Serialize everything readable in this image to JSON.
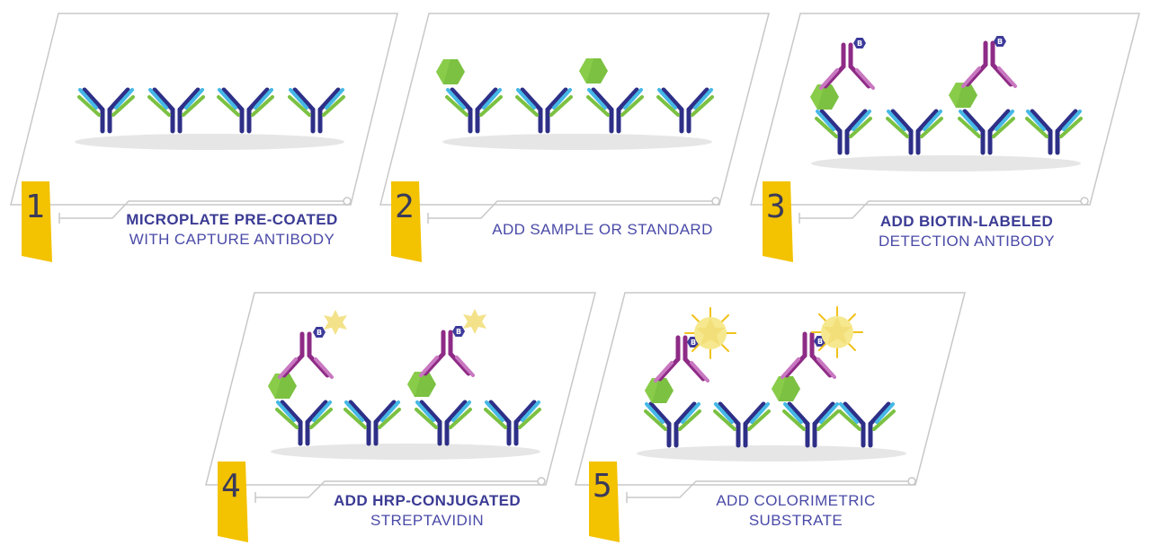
{
  "colors": {
    "capture_antibody": "#2e2f87",
    "capture_arm_blue": "#45b8e6",
    "capture_arm_green": "#7cc142",
    "detection_antibody": "#8e2b86",
    "detection_arm_light": "#c877c0",
    "antigen": "#7cc142",
    "biotin": "#3c3a9a",
    "hrp": "#f3e28a",
    "tab": "#f3c200",
    "panel_border": "#c8c8c8",
    "shadow": "#e6e6e6",
    "caption_text": "#4a4aa8"
  },
  "steps": [
    {
      "number": "1",
      "line1": "MICROPLATE PRE-COATED",
      "line2": "WITH CAPTURE ANTIBODY"
    },
    {
      "number": "2",
      "line1": "ADD SAMPLE OR STANDARD",
      "line2": ""
    },
    {
      "number": "3",
      "line1": "ADD BIOTIN-LABELED",
      "line2": "DETECTION ANTIBODY"
    },
    {
      "number": "4",
      "line1": "ADD HRP-CONJUGATED",
      "line2": "STREPTAVIDIN"
    },
    {
      "number": "5",
      "line1": "ADD COLORIMETRIC",
      "line2": "SUBSTRATE"
    }
  ],
  "biotin_symbol": "B"
}
